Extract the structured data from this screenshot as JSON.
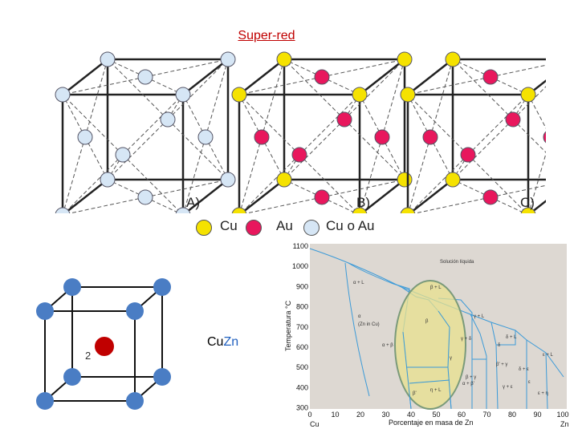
{
  "title": "Super-red",
  "cubes": [
    {
      "label": "A)"
    },
    {
      "label": "B)"
    },
    {
      "label": "C)"
    }
  ],
  "legend": [
    {
      "text": "Cu",
      "color": "#f5e200"
    },
    {
      "text": "Au",
      "color": "#e8175d"
    },
    {
      "text": "Cu o Au",
      "color": "#d6e6f5"
    }
  ],
  "bcc": {
    "atom_label": "2",
    "corner_color": "#4a7dc4",
    "center_color": "#c00000"
  },
  "compound": {
    "cu": "Cu",
    "zn": "Zn"
  },
  "phase_diagram": {
    "ylabel": "Temperatura °C",
    "xlabel": "Porcentaje en masa de Zn",
    "x_left_label": "Cu",
    "x_right_label": "Zn",
    "y_ticks": [
      "1100",
      "1000",
      "900",
      "800",
      "700",
      "600",
      "500",
      "400",
      "300"
    ],
    "x_ticks": [
      "0",
      "10",
      "20",
      "30",
      "40",
      "50",
      "60",
      "70",
      "80",
      "90",
      "100"
    ],
    "region_labels": [
      "Solución líquida",
      "α + L",
      "β + L",
      "α",
      "(Zn in Cu)",
      "β",
      "α + β",
      "γ + L",
      "γ + δ",
      "δ + L",
      "δ",
      "γ",
      "β + γ",
      "ε + L",
      "ε",
      "ε + η",
      "η + L",
      "β'",
      "α + β'",
      "β' + γ",
      "γ + ε",
      "δ + ε"
    ],
    "highlight_color": "#e8e28e"
  }
}
